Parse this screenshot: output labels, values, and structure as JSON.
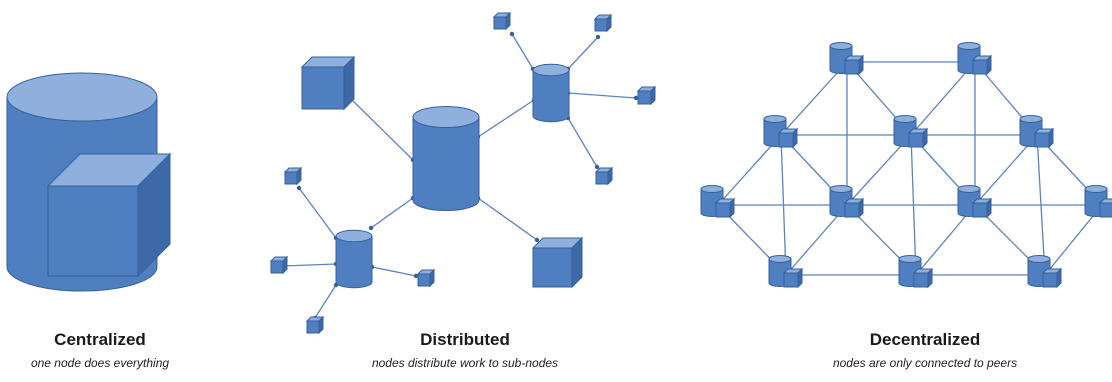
{
  "colors": {
    "fill": "#4f7fc0",
    "side": "#3d6aa6",
    "top": "#8fb0dc",
    "stroke": "#36609b",
    "line": "#5b84c1"
  },
  "sections": [
    {
      "id": "centralized",
      "title": "Centralized",
      "subtitle": "one node does everything"
    },
    {
      "id": "distributed",
      "title": "Distributed",
      "subtitle": "nodes distribute work to sub-nodes"
    },
    {
      "id": "decentralized",
      "title": "Decentralized",
      "subtitle": "nodes are only connected to peers"
    }
  ]
}
